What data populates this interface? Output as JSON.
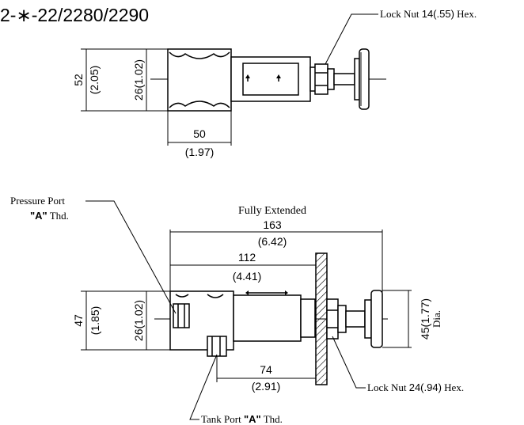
{
  "title": "2-∗-22/2280/2290",
  "top_view": {
    "lock_nut_prefix": "Lock Nut ",
    "lock_nut_dim": "14(.55)",
    "lock_nut_suffix": " Hex.",
    "height_mm": "52",
    "height_in": "(2.05)",
    "center_dim": "26(1.02)",
    "width_mm": "50",
    "width_in": "(1.97)"
  },
  "bottom_view": {
    "pressure_port_line1": "Pressure Port",
    "pressure_port_bold": "\"A\"",
    "pressure_port_thd": " Thd.",
    "fully_extended": "Fully Extended",
    "overall_mm": "163",
    "overall_in": "(6.42)",
    "panel_mm": "112",
    "panel_in": "(4.41)",
    "height_mm": "47",
    "height_in": "(1.85)",
    "center_dim": "26(1.02)",
    "port_spacing_mm": "74",
    "port_spacing_in": "(2.91)",
    "knob_dia": "45(1.77)",
    "knob_dia_label": "Dia.",
    "lock_nut_prefix": "Lock Nut ",
    "lock_nut_dim": "24(.94)",
    "lock_nut_suffix": " Hex.",
    "tank_port_prefix": "Tank Port ",
    "tank_port_bold": "\"A\"",
    "tank_port_thd": " Thd."
  }
}
